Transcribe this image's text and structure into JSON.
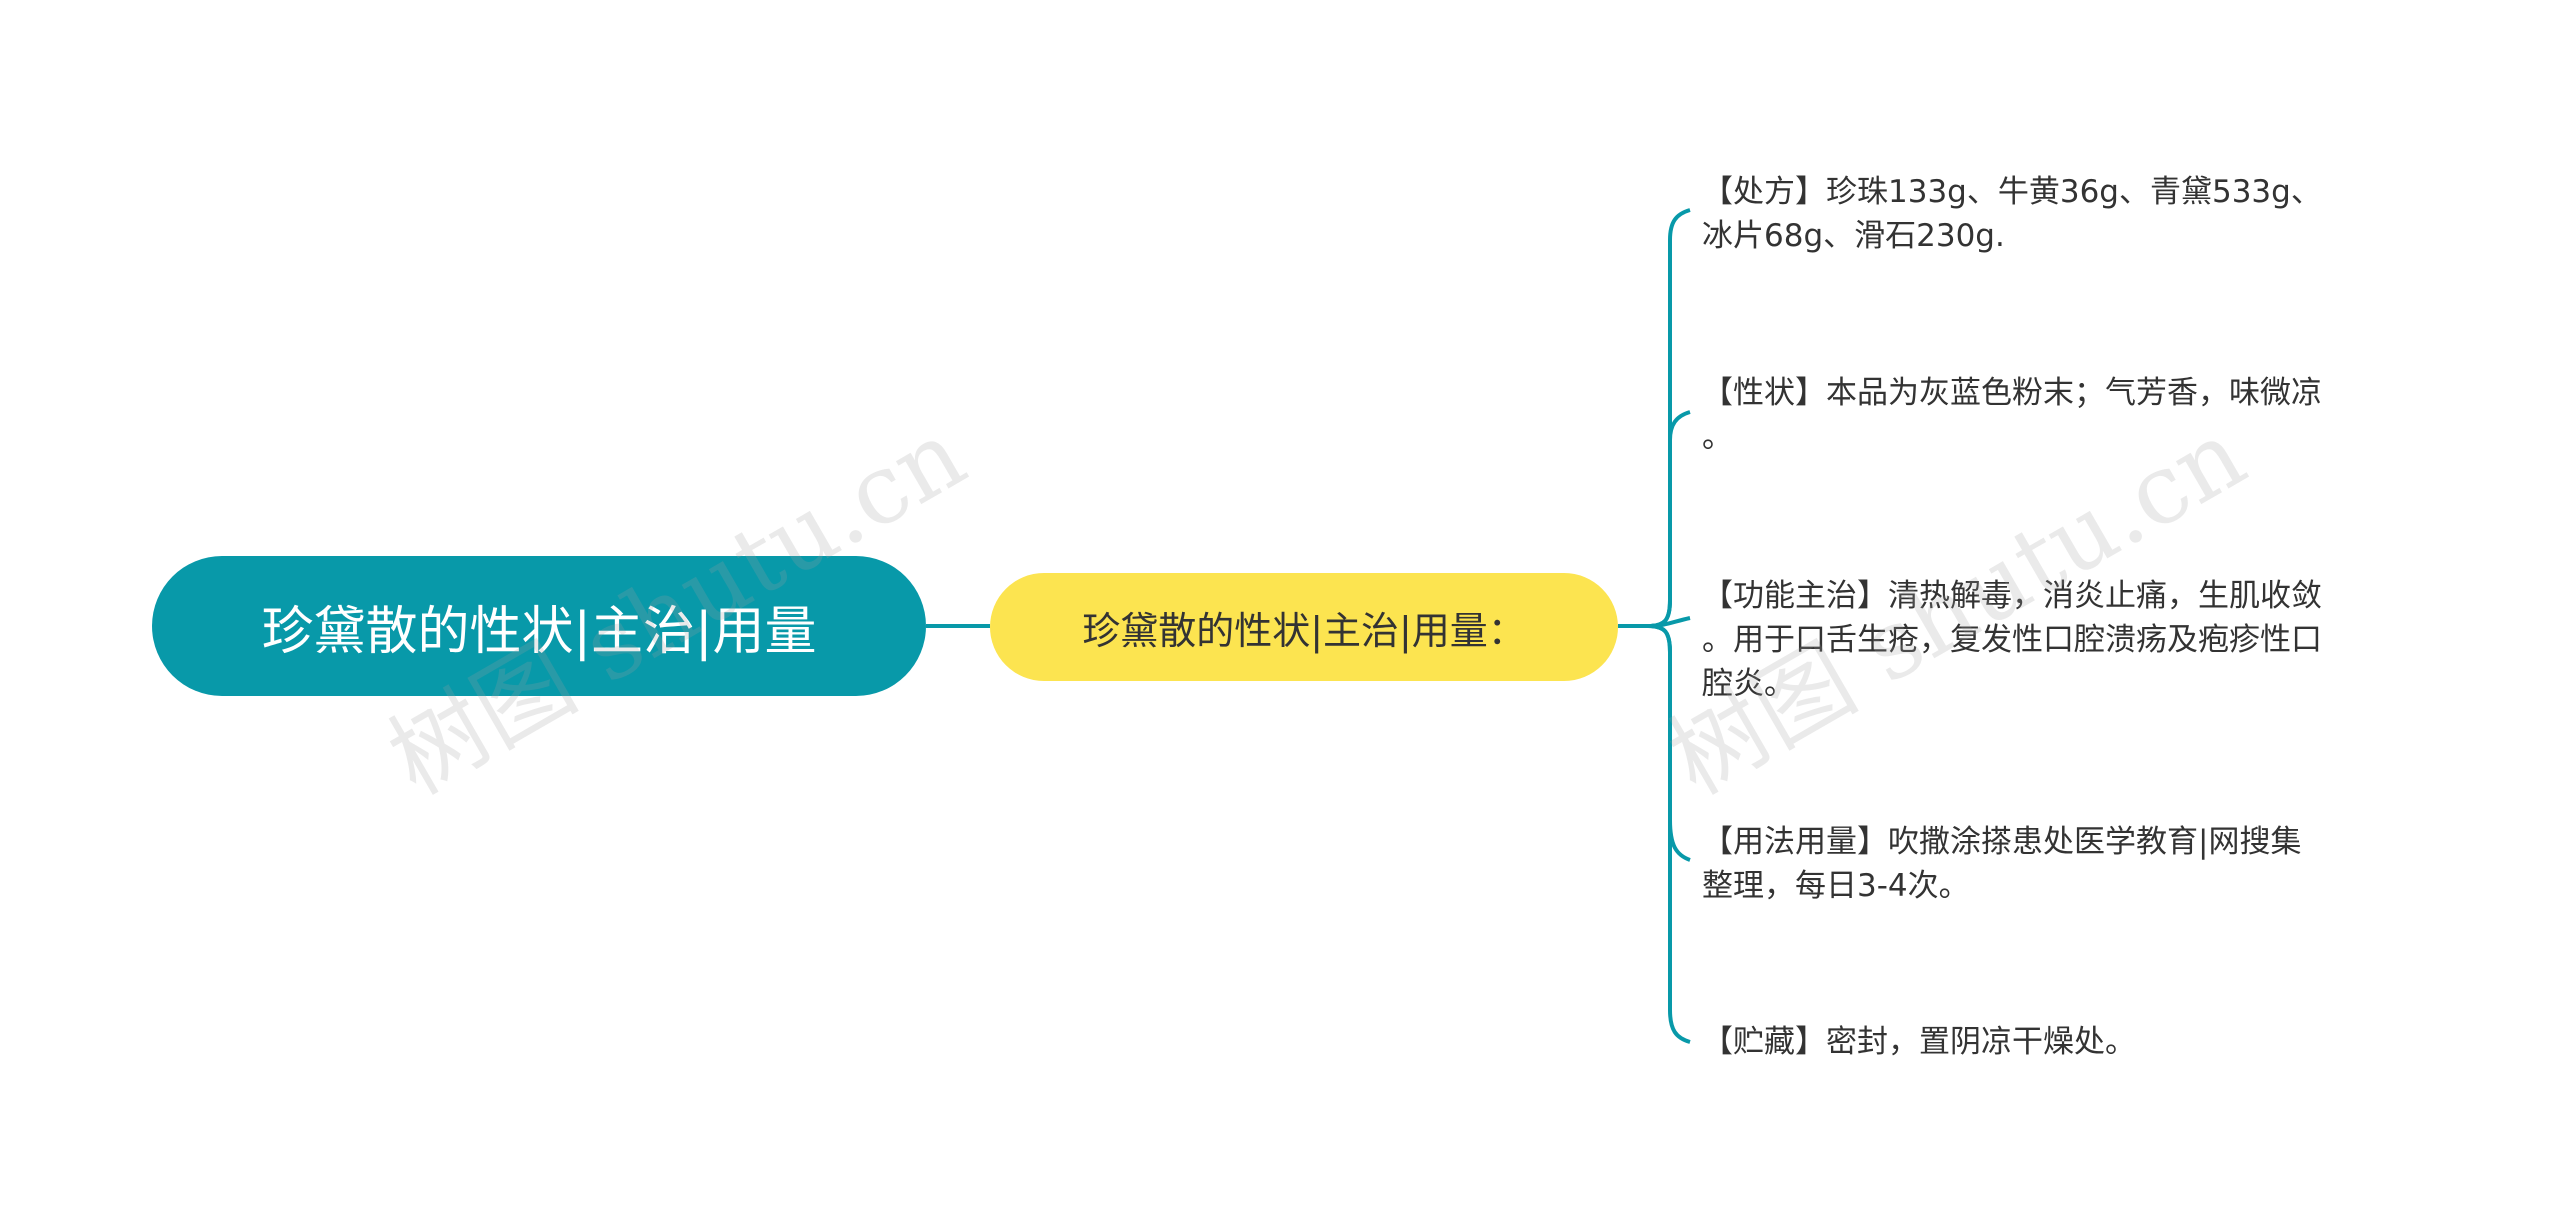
{
  "root": {
    "label": "珍黛散的性状|主治|用量"
  },
  "branch": {
    "label": "珍黛散的性状|主治|用量："
  },
  "leaves": [
    {
      "lines": [
        "【处方】珍珠133g、牛黄36g、青黛533g、",
        "冰片68g、滑石230g."
      ]
    },
    {
      "lines": [
        "【性状】本品为灰蓝色粉末；气芳香，味微凉",
        "。"
      ]
    },
    {
      "lines": [
        "【功能主治】清热解毒，消炎止痛，生肌收敛",
        "。用于口舌生疮，复发性口腔溃疡及疱疹性口",
        "腔炎。"
      ]
    },
    {
      "lines": [
        "【用法用量】吹撒涂搽患处医学教育|网搜集",
        "整理，每日3-4次。"
      ]
    },
    {
      "lines": [
        "【贮藏】密封，置阴凉干燥处。"
      ]
    }
  ],
  "watermark": "树图 shutu.cn",
  "colors": {
    "root_fill": "#0899A9",
    "branch_fill": "#FCE450",
    "connector": "#0899A9",
    "text_dark": "#333333",
    "text_light": "#ffffff"
  }
}
